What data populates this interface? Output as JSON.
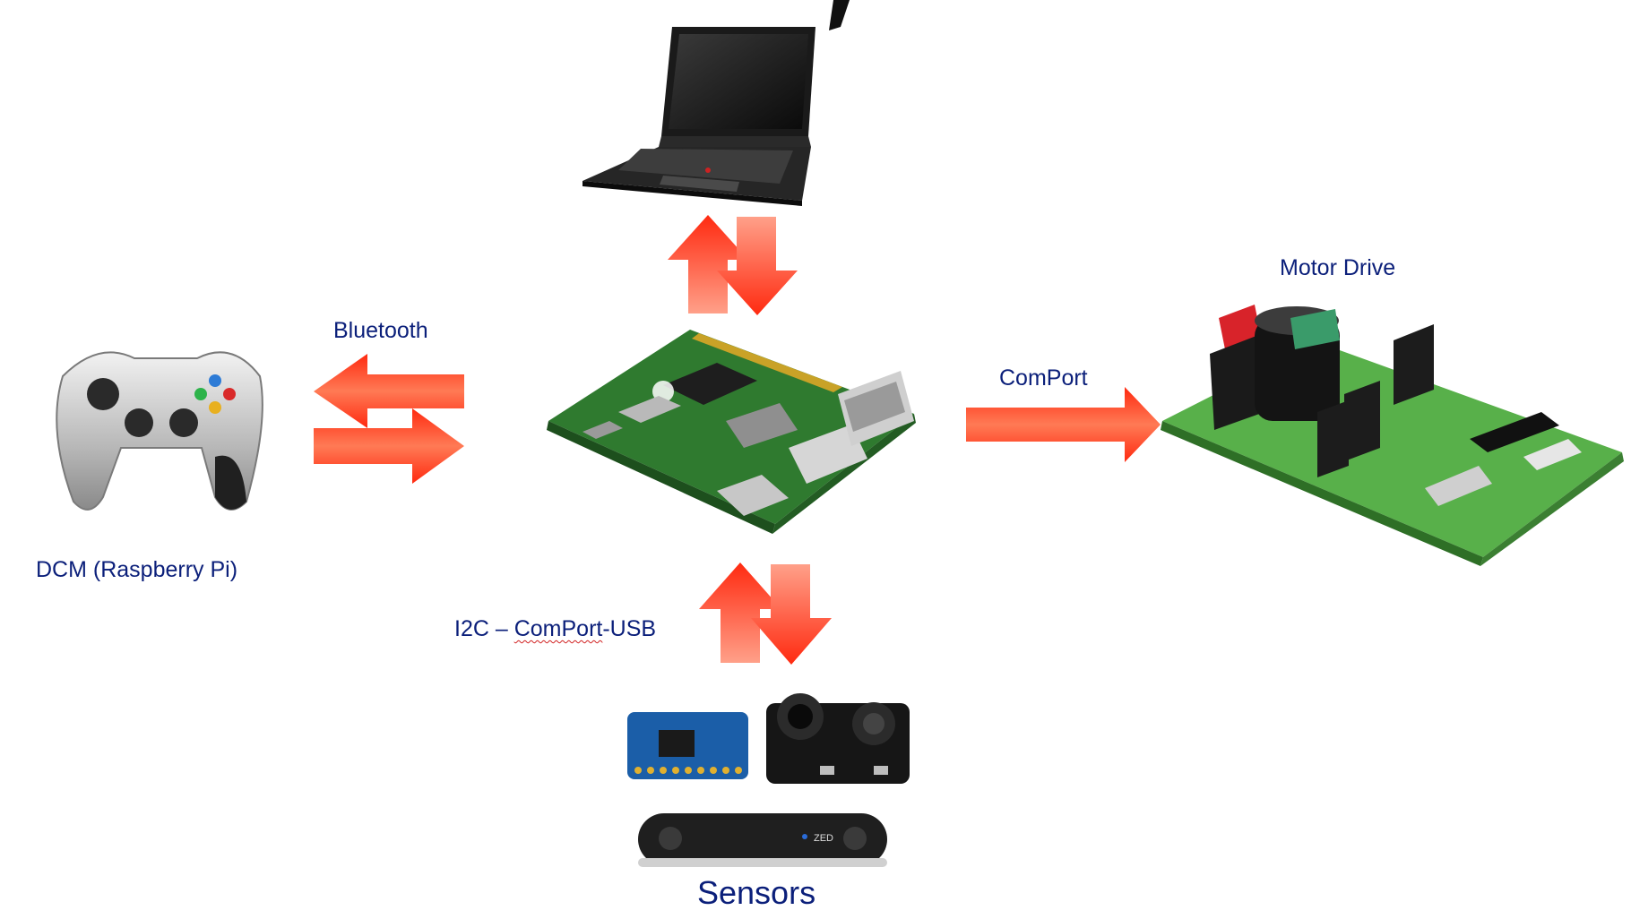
{
  "labels": {
    "bluetooth": "Bluetooth",
    "dcm": "DCM (Raspberry Pi)",
    "comport": "ComPort",
    "motor_drive": "Motor Drive",
    "i2c_prefix": "I2C – ",
    "i2c_comport": "ComPort",
    "i2c_suffix": "-USB",
    "sensors": "Sensors",
    "zed": "ZED"
  },
  "colors": {
    "label_text": "#0b1f7a",
    "arrow_light": "#ffa089",
    "arrow_dark": "#ff2a10",
    "pcb_green": "#2f7a2f",
    "pcb_light": "#58b04a",
    "sensor_blue": "#1b5ea8"
  },
  "icons": {
    "laptop": "laptop-icon",
    "gamepad": "gamepad-icon",
    "raspberry_pi": "raspberry-pi-board-icon",
    "motor_drive": "motor-drive-board-icon",
    "imu": "imu-sensor-board-icon",
    "camera": "camera-module-icon",
    "zed": "zed-stereo-camera-icon"
  }
}
